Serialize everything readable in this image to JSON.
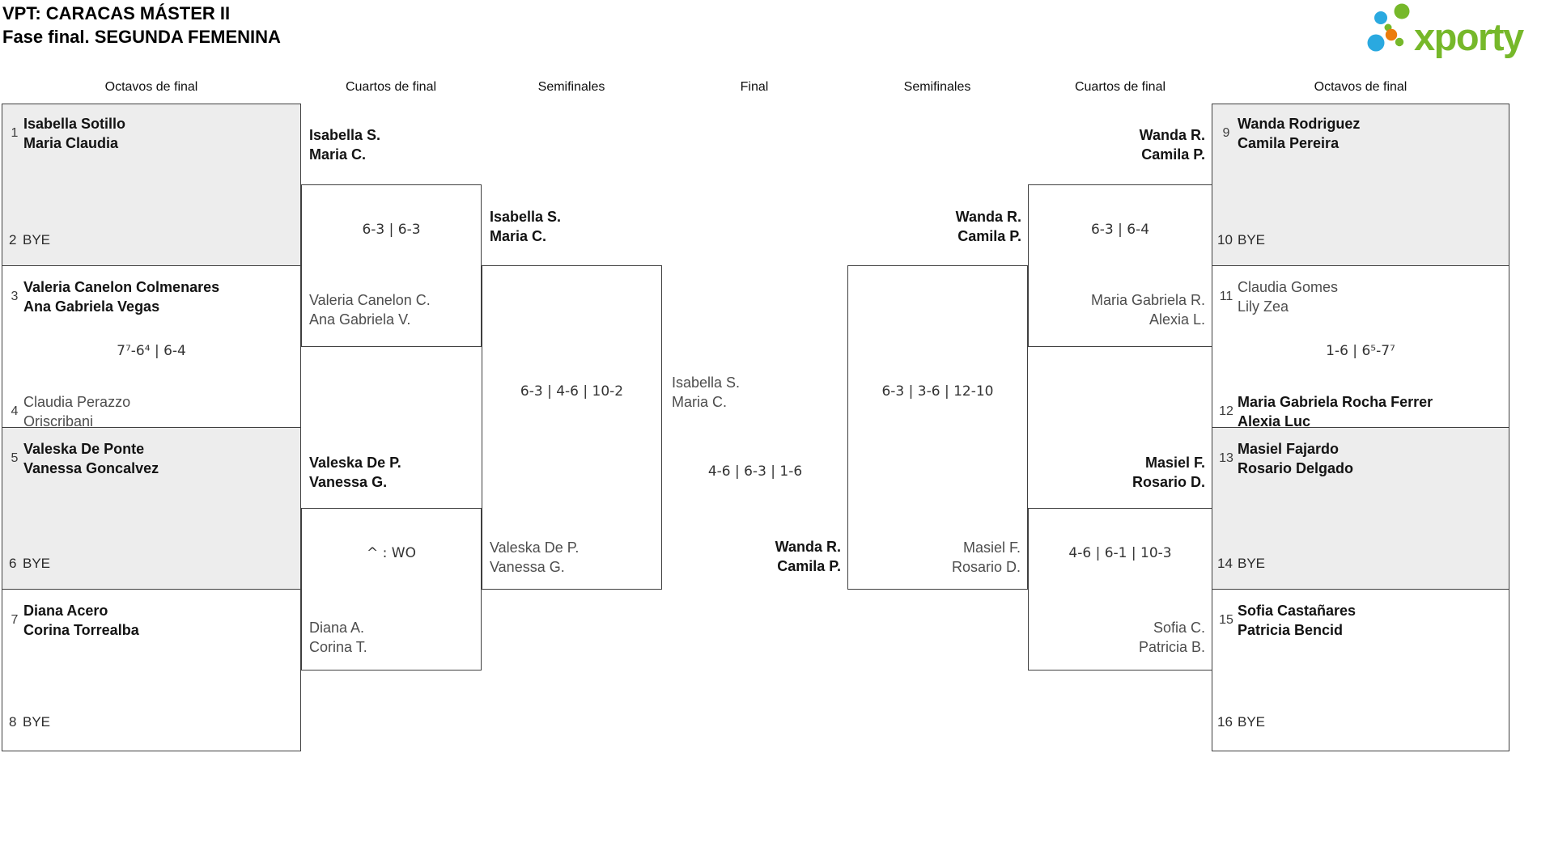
{
  "title": {
    "line1": "VPT: CARACAS MÁSTER II",
    "line2": "Fase final. SEGUNDA FEMENINA"
  },
  "logo": {
    "text": "xporty",
    "colors": {
      "green": "#76b82a",
      "blue": "#2aa9e0",
      "orange": "#ec7c0c"
    }
  },
  "round_headers": [
    "Octavos de final",
    "Cuartos de final",
    "Semifinales",
    "Final",
    "Semifinales",
    "Cuartos de final",
    "Octavos de final"
  ],
  "octavos_left": [
    {
      "seed_top": "1",
      "top": [
        "Isabella Sotillo",
        "Maria Claudia"
      ],
      "seed_bottom": "2",
      "bottom_bye": "BYE"
    },
    {
      "seed_top": "3",
      "top": [
        "Valeria Canelon Colmenares",
        "Ana Gabriela Vegas"
      ],
      "score": "7⁷-6⁴ | 6-4",
      "seed_bottom": "4",
      "bottom": [
        "Claudia Perazzo",
        "Oriscribani"
      ]
    },
    {
      "seed_top": "5",
      "top": [
        "Valeska De Ponte",
        "Vanessa Goncalvez"
      ],
      "seed_bottom": "6",
      "bottom_bye": "BYE"
    },
    {
      "seed_top": "7",
      "top": [
        "Diana Acero",
        "Corina Torrealba"
      ],
      "seed_bottom": "8",
      "bottom_bye": "BYE"
    }
  ],
  "octavos_right": [
    {
      "seed_top": "9",
      "top": [
        "Wanda Rodriguez",
        "Camila Pereira"
      ],
      "seed_bottom": "10",
      "bottom_bye": "BYE"
    },
    {
      "seed_top": "11",
      "top": [
        "Claudia Gomes",
        "Lily Zea"
      ],
      "score": "1-6 | 6⁵-7⁷",
      "seed_bottom": "12",
      "bottom": [
        "Maria Gabriela Rocha Ferrer",
        "Alexia Luc"
      ]
    },
    {
      "seed_top": "13",
      "top": [
        "Masiel Fajardo",
        "Rosario Delgado"
      ],
      "seed_bottom": "14",
      "bottom_bye": "BYE"
    },
    {
      "seed_top": "15",
      "top": [
        "Sofia Castañares",
        "Patricia Bencid"
      ],
      "seed_bottom": "16",
      "bottom_bye": "BYE"
    }
  ],
  "cuartos_left": [
    {
      "winner": [
        "Isabella S.",
        "Maria C."
      ],
      "score": "6-3 | 6-3",
      "loser": [
        "Valeria Canelon C.",
        "Ana Gabriela V."
      ]
    },
    {
      "winner": [
        "Valeska De P.",
        "Vanessa G."
      ],
      "score": "^ : WO",
      "loser": [
        "Diana A.",
        "Corina T."
      ]
    }
  ],
  "cuartos_right": [
    {
      "winner": [
        "Wanda R.",
        "Camila P."
      ],
      "score": "6-3 | 6-4",
      "loser": [
        "Maria Gabriela R.",
        "Alexia L."
      ]
    },
    {
      "winner": [
        "Masiel F.",
        "Rosario D."
      ],
      "score": "4-6 | 6-1 | 10-3",
      "loser": [
        "Sofia C.",
        "Patricia B."
      ]
    }
  ],
  "semifinal_left": {
    "winner": [
      "Isabella S.",
      "Maria C."
    ],
    "score": "6-3 | 4-6 | 10-2",
    "loser": [
      "Valeska De P.",
      "Vanessa G."
    ]
  },
  "semifinal_right": {
    "winner": [
      "Wanda R.",
      "Camila P."
    ],
    "score": "6-3 | 3-6 | 12-10",
    "loser": [
      "Masiel F.",
      "Rosario D."
    ]
  },
  "final": {
    "finalist_left": [
      "Isabella S.",
      "Maria C."
    ],
    "score": "4-6 | 6-3 | 1-6",
    "winner": [
      "Wanda R.",
      "Camila P."
    ]
  }
}
